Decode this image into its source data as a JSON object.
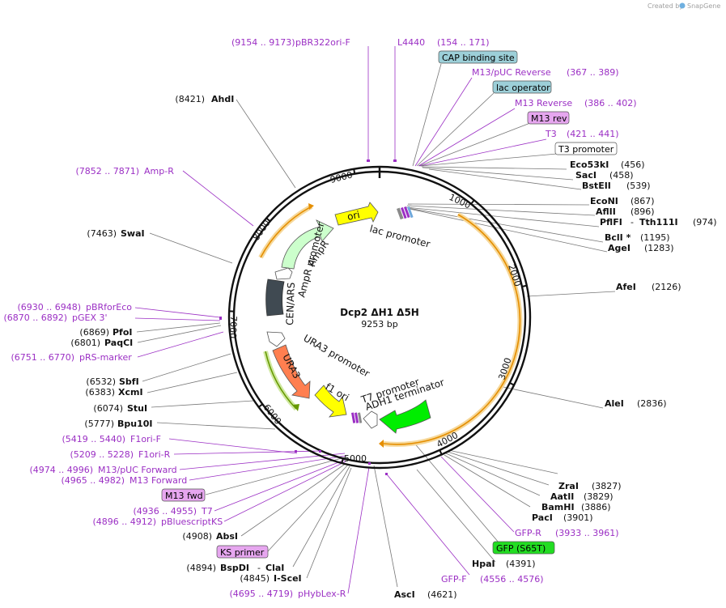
{
  "credit": "Created by",
  "credit_brand": "SnapGene",
  "plasmid": {
    "name": "Dcp2 ΔH1 Δ5H",
    "size": "9253 bp"
  },
  "ticks": [
    "1000",
    "2000",
    "3000",
    "4000",
    "5000",
    "6000",
    "7000",
    "8000",
    "9000"
  ],
  "features": {
    "ori": "ori",
    "lac_promoter": "lac promoter",
    "ampr": "AmpR",
    "ampr_promoter": "AmpR promoter",
    "cen_ars": "CEN/ARS",
    "ura3": "URA3",
    "ura3_promoter": "URA3 promoter",
    "f1_ori": "f1 ori",
    "t7_promoter": "T7 promoter",
    "adh1_terminator": "ADH1 terminator"
  },
  "labels": {
    "pbr322ori_f": {
      "pos": "(9154 .. 9173)",
      "name": "pBR322ori-F"
    },
    "l4440": {
      "name": "L4440",
      "pos": "(154 .. 171)"
    },
    "cap_binding_site": "CAP binding site",
    "m13_puc_reverse": {
      "name": "M13/pUC Reverse",
      "pos": "(367 .. 389)"
    },
    "lac_operator": "lac operator",
    "m13_reverse": {
      "name": "M13 Reverse",
      "pos": "(386 .. 402)"
    },
    "m13_rev": "M13 rev",
    "t3": {
      "name": "T3",
      "pos": "(421 .. 441)"
    },
    "t3_promoter": "T3 promoter",
    "eco53ki": {
      "name": "Eco53kI",
      "pos": "(456)"
    },
    "saci": {
      "name": "SacI",
      "pos": "(458)"
    },
    "bsteii": {
      "name": "BstEII",
      "pos": "(539)"
    },
    "econi": {
      "name": "EcoNI",
      "pos": "(867)"
    },
    "aflii": {
      "name": "AflII",
      "pos": "(896)"
    },
    "pflfi": {
      "name": "PflFI",
      "sep": "-",
      "name2": "Tth111I",
      "pos": "(974)"
    },
    "bcli": {
      "name": "BclI *",
      "pos": "(1195)"
    },
    "agei": {
      "name": "AgeI",
      "pos": "(1283)"
    },
    "afei": {
      "name": "AfeI",
      "pos": "(2126)"
    },
    "alei": {
      "name": "AleI",
      "pos": "(2836)"
    },
    "zrai": {
      "name": "ZraI",
      "pos": "(3827)"
    },
    "aatii": {
      "name": "AatII",
      "pos": "(3829)"
    },
    "bamhi": {
      "name": "BamHI",
      "pos": "(3886)"
    },
    "paci": {
      "name": "PacI",
      "pos": "(3901)"
    },
    "gfp_r": {
      "name": "GFP-R",
      "pos": "(3933 .. 3961)"
    },
    "gfp_s65t": "GFP (S65T)",
    "hpai": {
      "name": "HpaI",
      "pos": "(4391)"
    },
    "gfp_f": {
      "name": "GFP-F",
      "pos": "(4556 .. 4576)"
    },
    "asci": {
      "name": "AscI",
      "pos": "(4621)"
    },
    "ahdi": {
      "pos": "(8421)",
      "name": "AhdI"
    },
    "amp_r": {
      "pos": "(7852 .. 7871)",
      "name": "Amp-R"
    },
    "swai": {
      "pos": "(7463)",
      "name": "SwaI"
    },
    "pbrforeco": {
      "pos": "(6930 .. 6948)",
      "name": "pBRforEco"
    },
    "pgex3": {
      "pos": "(6870 .. 6892)",
      "name": "pGEX 3'"
    },
    "pfoi": {
      "pos": "(6869)",
      "name": "PfoI"
    },
    "paqci": {
      "pos": "(6801)",
      "name": "PaqCI"
    },
    "prs_marker": {
      "pos": "(6751 .. 6770)",
      "name": "pRS-marker"
    },
    "sbfi": {
      "pos": "(6532)",
      "name": "SbfI"
    },
    "xcmi": {
      "pos": "(6383)",
      "name": "XcmI"
    },
    "stui": {
      "pos": "(6074)",
      "name": "StuI"
    },
    "bpu10i": {
      "pos": "(5777)",
      "name": "Bpu10I"
    },
    "f1ori_f": {
      "pos": "(5419 .. 5440)",
      "name": "F1ori-F"
    },
    "f1ori_r": {
      "pos": "(5209 .. 5228)",
      "name": "F1ori-R"
    },
    "m13_puc_forward": {
      "pos": "(4974 .. 4996)",
      "name": "M13/pUC Forward"
    },
    "m13_forward": {
      "pos": "(4965 .. 4982)",
      "name": "M13 Forward"
    },
    "m13_fwd": "M13 fwd",
    "t7": {
      "pos": "(4936 .. 4955)",
      "name": "T7"
    },
    "pbluescriptks": {
      "pos": "(4896 .. 4912)",
      "name": "pBluescriptKS"
    },
    "absi": {
      "pos": "(4908)",
      "name": "AbsI"
    },
    "ks_primer": "KS primer",
    "bspdi": {
      "pos": "(4894)",
      "name": "BspDI",
      "sep": "-",
      "name2": "ClaI"
    },
    "i_scei": {
      "pos": "(4845)",
      "name": "I-SceI"
    },
    "phyblex_r": {
      "pos": "(4695 .. 4719)",
      "name": "pHybLex-R"
    }
  },
  "colors": {
    "primer": "#9b2fc4",
    "ori": "#ffff00",
    "ampr": "#ccffcc",
    "cen": "#404a52",
    "ura3": "#ff7f50",
    "f1ori": "#ffff00",
    "gfp": "#00ee00",
    "orf": "#f0a000",
    "box_cap": "#9ccfd8",
    "box_mrev": "#e6a6ef",
    "box_gfp": "#22dd22"
  }
}
